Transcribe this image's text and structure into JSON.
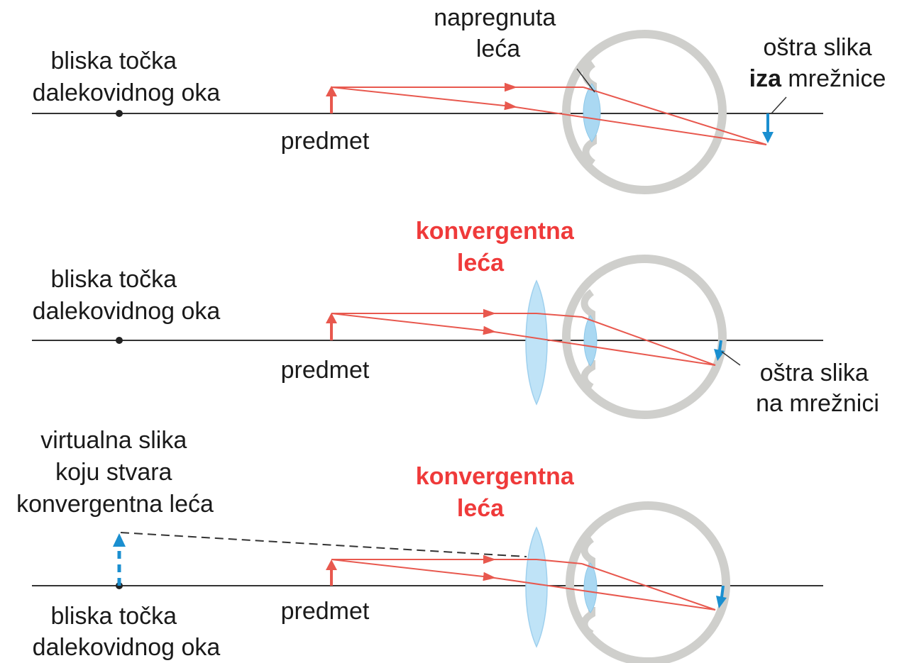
{
  "colors": {
    "ray": "#e8584e",
    "object_arrow": "#e8584e",
    "image_arrow": "#1a8fd0",
    "lens_label": "#ef3a3a",
    "eye_wall": "#cfcfcc",
    "crystalline_lens": "#aad8f2",
    "corrective_lens": "#bfe3f7",
    "axis": "#333333"
  },
  "panel1": {
    "near_point": [
      "bliska točka",
      "dalekovidnog oka"
    ],
    "object": "predmet",
    "strained_lens": [
      "napregnuta",
      "leća"
    ],
    "image_line1": "oštra slika",
    "image_bold": "iza",
    "image_rest": " mrežnice"
  },
  "panel2": {
    "near_point": [
      "bliska točka",
      "dalekovidnog oka"
    ],
    "object": "predmet",
    "corrective_lens": [
      "konvergentna",
      "leća"
    ],
    "image": [
      "oštra slika",
      "na mrežnici"
    ]
  },
  "panel3": {
    "virtual_image": [
      "virtualna slika",
      "koju stvara",
      "konvergentna leća"
    ],
    "corrective_lens": [
      "konvergentna",
      "leća"
    ],
    "object": "predmet",
    "near_point": [
      "bliska točka",
      "dalekovidnog oka"
    ]
  }
}
